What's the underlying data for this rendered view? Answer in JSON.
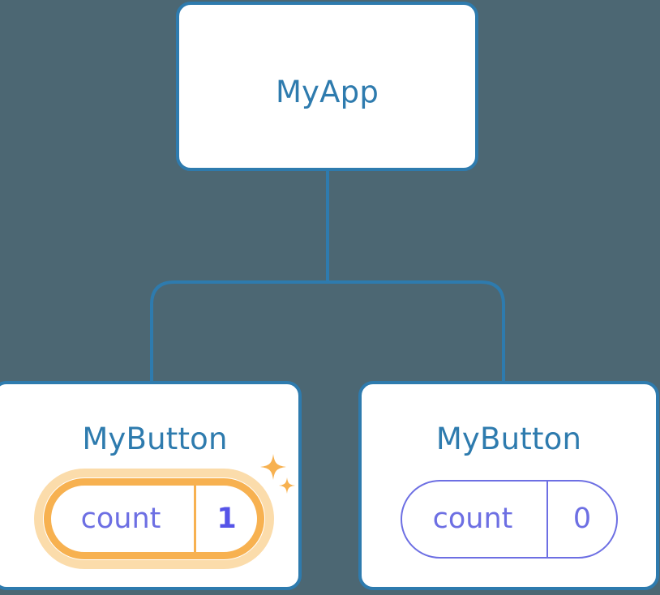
{
  "diagram": {
    "type": "component-tree",
    "background_color": "#4c6773",
    "node_border_color": "#2e7bae",
    "node_title_color": "#2e7bae",
    "connector_color": "#2e7bae",
    "badge_idle_color": "#6d6fe3",
    "badge_active_border_color": "#f7b150",
    "badge_active_glow_color": "#fbdcab",
    "badge_active_value_color": "#5654e8",
    "sparkle_color": "#f7b150"
  },
  "root": {
    "title": "MyApp"
  },
  "children": [
    {
      "title": "MyButton",
      "state": {
        "key": "count",
        "value": "1"
      },
      "highlighted": true,
      "sparkle_icons": [
        "sparkle-large-icon",
        "sparkle-small-icon"
      ]
    },
    {
      "title": "MyButton",
      "state": {
        "key": "count",
        "value": "0"
      },
      "highlighted": false
    }
  ]
}
